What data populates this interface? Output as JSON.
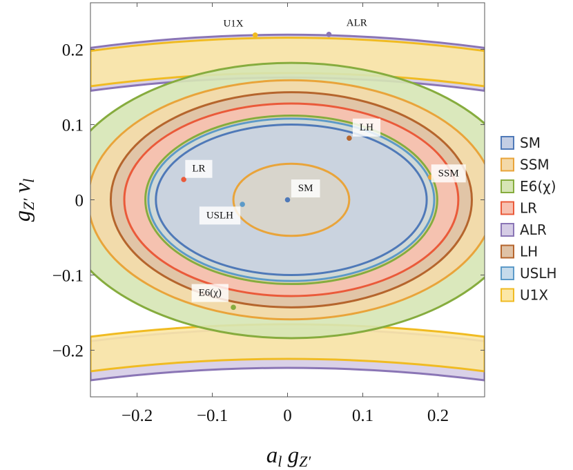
{
  "chart_data": {
    "type": "contour",
    "xlabel": {
      "main": "a",
      "sub1": "l",
      "main2": " g",
      "sub2": "Z′"
    },
    "ylabel": {
      "main": "g",
      "sub1": "Z′",
      "main2": " v",
      "sub2": "l"
    },
    "xlim": [
      -0.262,
      0.262
    ],
    "ylim": [
      -0.262,
      0.262
    ],
    "xticks": [
      -0.2,
      -0.1,
      0,
      0.1,
      0.2
    ],
    "yticks": [
      -0.2,
      -0.1,
      0,
      0.1,
      0.2
    ],
    "xtick_labels": [
      "−0.2",
      "−0.1",
      "0",
      "0.1",
      "0.2"
    ],
    "ytick_labels": [
      "−0.2",
      "−0.1",
      "0",
      "0.1",
      "0.2"
    ],
    "grid": false,
    "legend_position": "right",
    "series": [
      {
        "name": "SM",
        "color": "#4f79b8",
        "center": [
          0.0,
          0.0
        ],
        "fill": "#c4cee4",
        "region_type": "none"
      },
      {
        "name": "SSM",
        "color": "#e9a43a",
        "center": [
          0.19,
          0.03
        ],
        "fill": "#f4d9a8",
        "region_type": "outer_band"
      },
      {
        "name": "E6(χ)",
        "color": "#86ac3e",
        "center": [
          -0.072,
          -0.143
        ],
        "fill": "#d6e5b5",
        "region_type": "outer_band"
      },
      {
        "name": "LR",
        "color": "#ea5a3a",
        "center": [
          -0.138,
          0.027
        ],
        "fill": "#f7c1b1",
        "region_type": "ellipse"
      },
      {
        "name": "ALR",
        "color": "#8a75b5",
        "center": [
          0.055,
          0.22
        ],
        "fill": "#d5cce5",
        "region_type": "upper_band"
      },
      {
        "name": "LH",
        "color": "#b5652d",
        "center": [
          0.082,
          0.082
        ],
        "fill": "#dfc2a6",
        "region_type": "ellipse"
      },
      {
        "name": "USLH",
        "color": "#5c9ac8",
        "center": [
          -0.06,
          -0.006
        ],
        "fill": "#c6dbeb",
        "region_type": "ellipse"
      },
      {
        "name": "U1X",
        "color": "#f0bb22",
        "center": [
          -0.043,
          0.219
        ],
        "fill": "#fbe7a6",
        "region_type": "upper_band"
      }
    ],
    "annotations": [
      {
        "text": "SM",
        "x": 0.024,
        "y": 0.016
      },
      {
        "text": "SSM",
        "x": 0.214,
        "y": 0.036
      },
      {
        "text": "E6(χ)",
        "x": -0.103,
        "y": -0.123
      },
      {
        "text": "LR",
        "x": -0.118,
        "y": 0.042
      },
      {
        "text": "ALR",
        "x": 0.092,
        "y": 0.236
      },
      {
        "text": "LH",
        "x": 0.105,
        "y": 0.097
      },
      {
        "text": "USLH",
        "x": -0.09,
        "y": -0.02
      },
      {
        "text": "U1X",
        "x": -0.072,
        "y": 0.235
      }
    ]
  }
}
